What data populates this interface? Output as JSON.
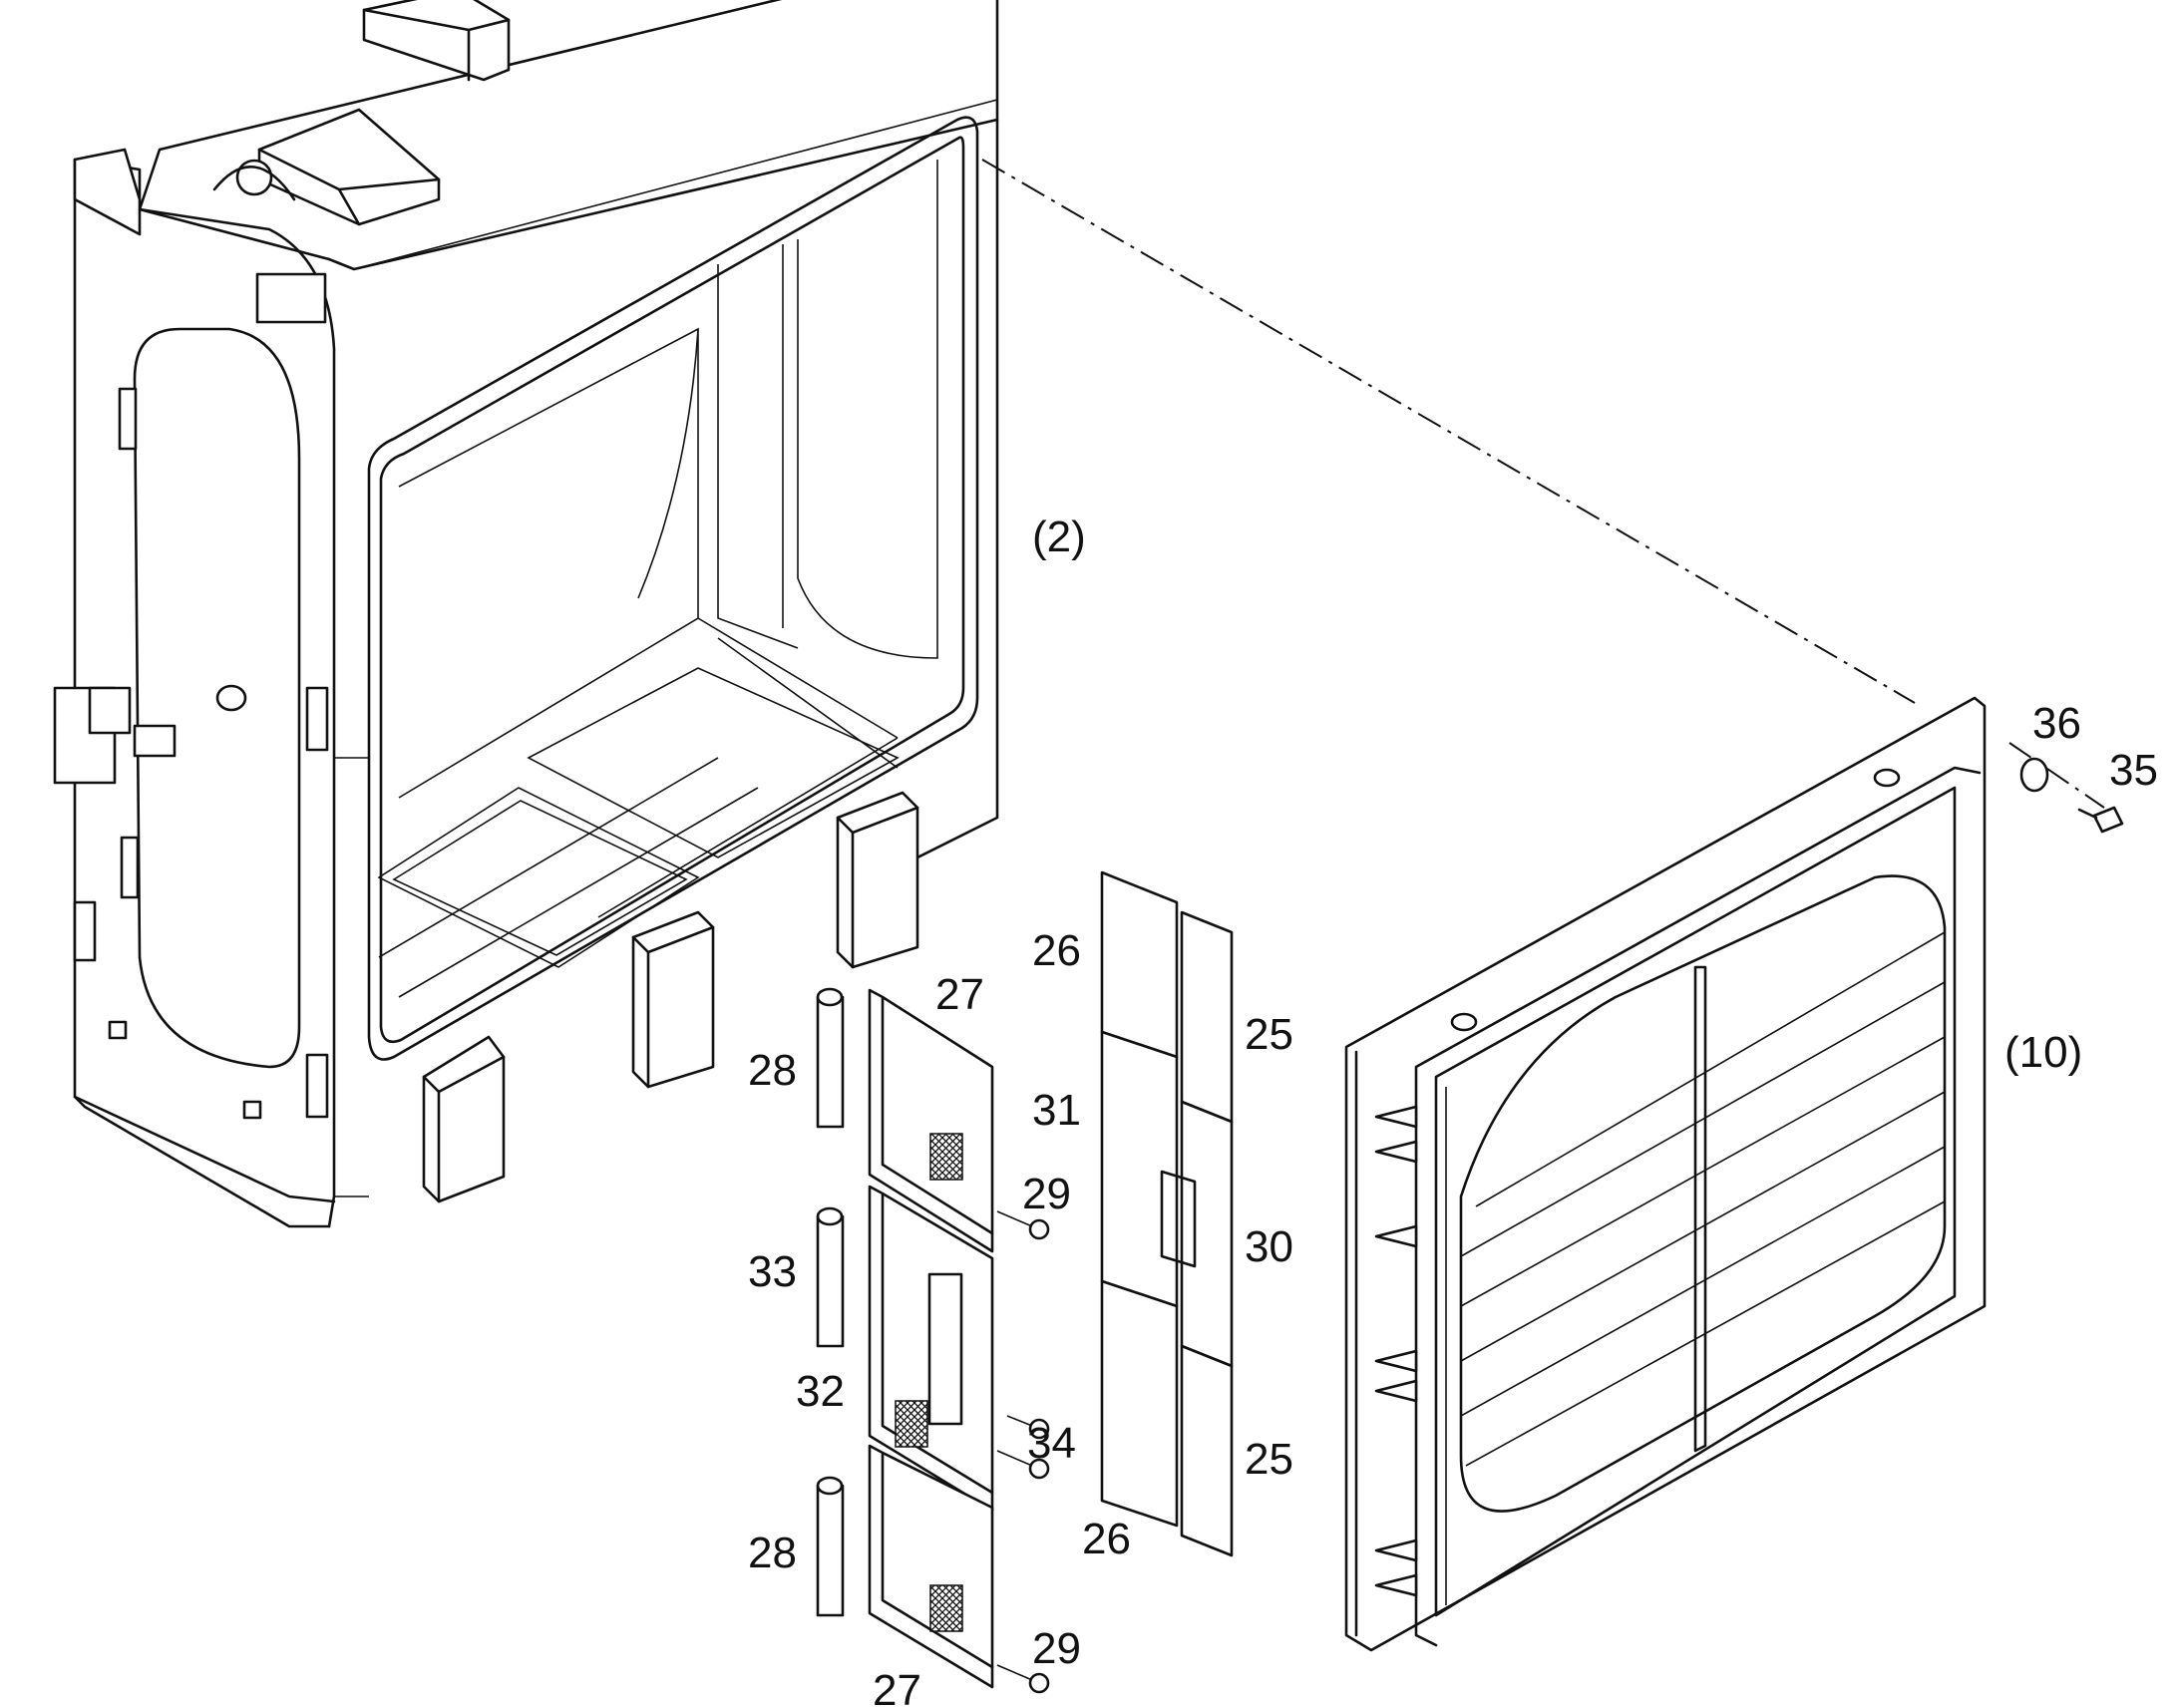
{
  "callouts": {
    "c2": "(2)",
    "c10": "(10)",
    "c25a": "25",
    "c25b": "25",
    "c26a": "26",
    "c26b": "26",
    "c27a": "27",
    "c27b": "27",
    "c28a": "28",
    "c28b": "28",
    "c29a": "29",
    "c29b": "29",
    "c30": "30",
    "c31": "31",
    "c32": "32",
    "c33": "33",
    "c34": "34",
    "c35": "35",
    "c36": "36"
  },
  "colors": {
    "line": "#111111",
    "paper": "#ffffff"
  }
}
